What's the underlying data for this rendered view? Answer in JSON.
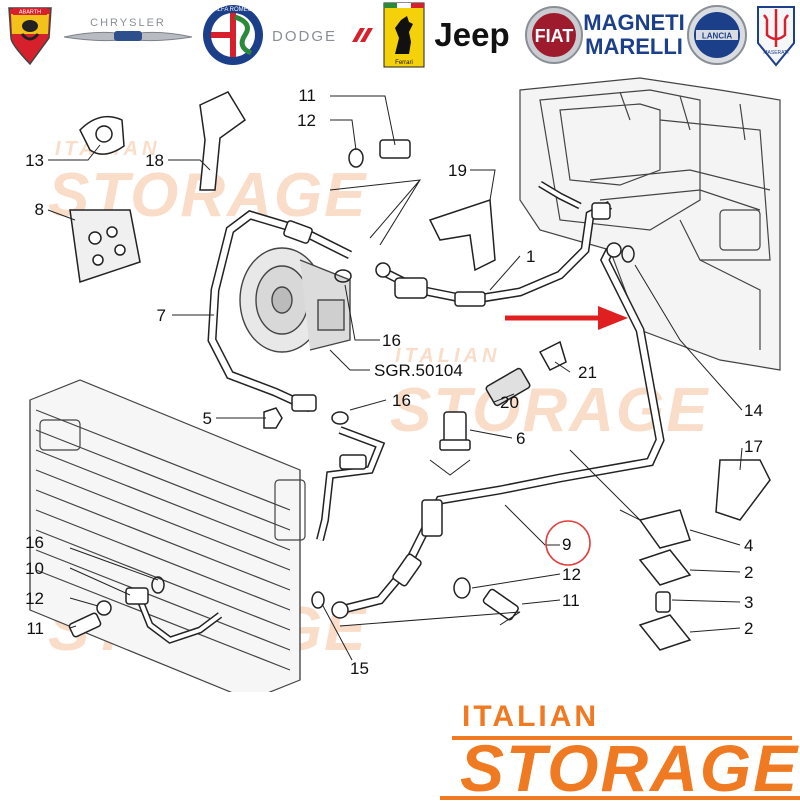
{
  "brands": {
    "abarth": "ABARTH",
    "chrysler": "CHRYSLER",
    "alfa": "ALFA ROMEO",
    "dodge": "DODGE",
    "ferrari": "Ferrari",
    "jeep": "Jeep",
    "fiat": "FIAT",
    "magneti_line1": "MAGNETI",
    "magneti_line2": "MARELLI",
    "lancia": "LANCIA",
    "maserati": "MASERATI"
  },
  "watermark": {
    "line1": "ITALIAN",
    "line2": "STORAGE"
  },
  "footer": {
    "line1": "ITALIAN",
    "line2": "STORAGE"
  },
  "labels": {
    "c1": "1",
    "c2a": "2",
    "c2b": "2",
    "c3": "3",
    "c4": "4",
    "c5": "5",
    "c6": "6",
    "c7": "7",
    "c8": "8",
    "c9": "9",
    "c10": "10",
    "c11a": "11",
    "c11b": "11",
    "c11c": "11",
    "c12a": "12",
    "c12b": "12",
    "c12c": "12",
    "c13": "13",
    "c14": "14",
    "c15": "15",
    "c16a": "16",
    "c16b": "16",
    "c16c": "16",
    "c17": "17",
    "c18": "18",
    "c19": "19",
    "c20": "20",
    "c21": "21",
    "compressor_ref": "SGR.50104"
  },
  "colors": {
    "accent": "#f07a22",
    "arrow": "#e02020",
    "highlight": "#e04040",
    "line": "#222222"
  }
}
